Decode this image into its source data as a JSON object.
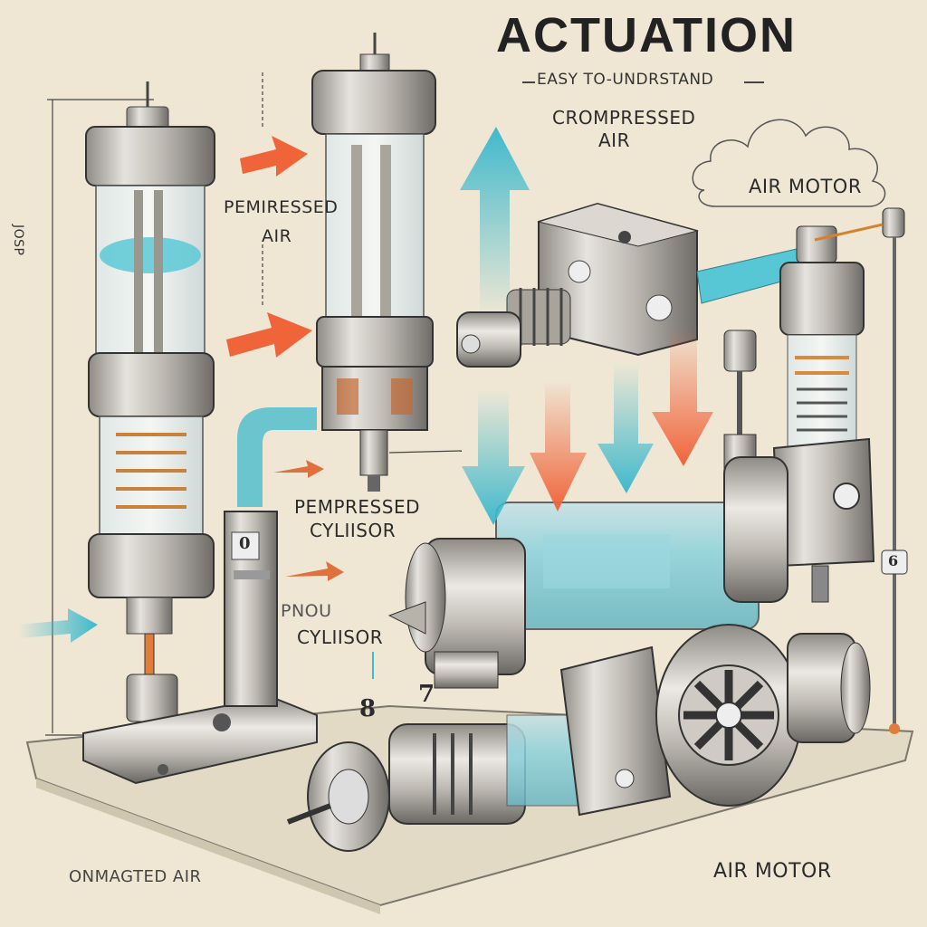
{
  "header": {
    "title": "ACTUATION",
    "subtitle": "EASY TO-UNDRSTAND"
  },
  "labels": {
    "compressed_air_top_1": "CROMPRESSED",
    "compressed_air_top_2": "AIR",
    "air_motor_top": "AIR MOTOR",
    "pemiressed_1": "PEMIRESSED",
    "pemiressed_2": "AIR",
    "pempressed_cyl_1": "PEMPRESSED",
    "pempressed_cyl_2": "CYLIISOR",
    "pnou_cyl_1": "PNOU",
    "pnou_cyl_2": "CYLIISOR",
    "unmasted_air": "ONMAGTED AIR",
    "air_motor_bottom": "AIR MOTOR",
    "dimension_side": "JOSP"
  },
  "callouts": [
    "8",
    "7",
    "6",
    "0"
  ],
  "colors": {
    "background": "#efe7d4",
    "metal": "#b8b4ae",
    "metal_dark": "#6f6c68",
    "glass": "#d7e8ea",
    "cyan": "#3fb9cc",
    "orange": "#f0643a",
    "copper": "#d98a3c"
  }
}
